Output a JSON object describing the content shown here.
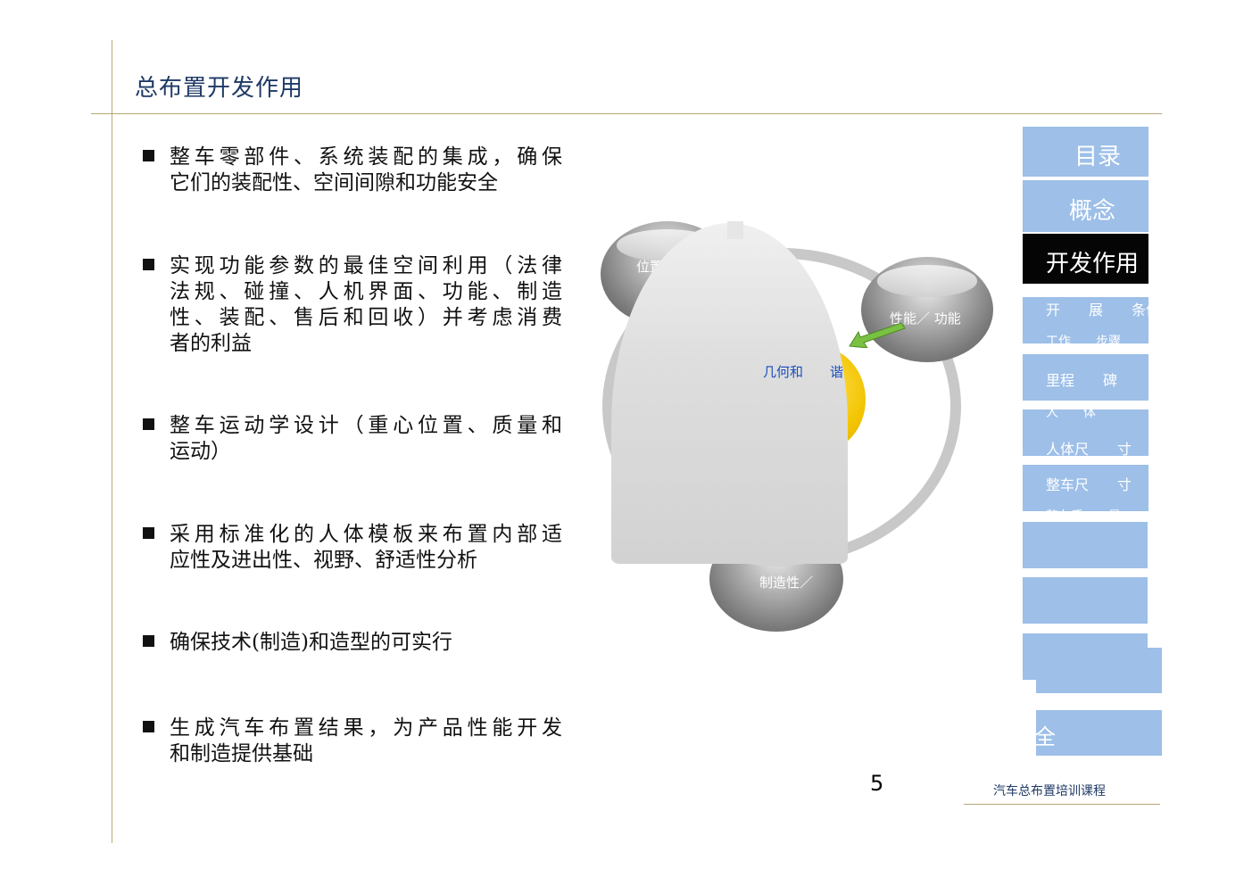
{
  "title": "总布置开发作用",
  "bullets": [
    {
      "lines": [
        "整车零部件、系统装配的集成，确保",
        "它们的装配性、空间间隙和功能安全"
      ]
    },
    {
      "lines": [
        "实现功能参数的最佳空间利用（法律",
        "法规、碰撞、人机界面、功能、制造",
        "性、装配、售后和回收）并考虑消费",
        "者的利益"
      ]
    },
    {
      "lines": [
        "整车运动学设计（重心位置、质量和",
        "运动）"
      ]
    },
    {
      "lines": [
        "采用标准化的人体模板来布置内部适",
        "应性及进出性、视野、舒适性分析"
      ]
    },
    {
      "lines": [
        "确保技术(制造)和造型的可实行"
      ]
    },
    {
      "lines": [
        "生成汽车布置结果，为产品性能开发",
        "和制造提供基础"
      ]
    }
  ],
  "diagram": {
    "top_left": "位置空　间",
    "right": "性能／ 功能",
    "bottom": "制造性／",
    "center": "几何和　　谐"
  },
  "nav": {
    "mulu": "目录",
    "gainian": "概念",
    "kaifa": "开发作用",
    "kaizhan": "开　　展　　条件",
    "gongzuo": "工作　　步骤",
    "licheng": "里程　　碑",
    "renti": "人　　体",
    "renti_chicun": "人体尺　　寸",
    "zhengche_chicun": "整车尺　　寸",
    "zhengche_x": "整车质　　量",
    "quan": "全"
  },
  "page_number": "5",
  "course": "汽车总布置培训课程"
}
